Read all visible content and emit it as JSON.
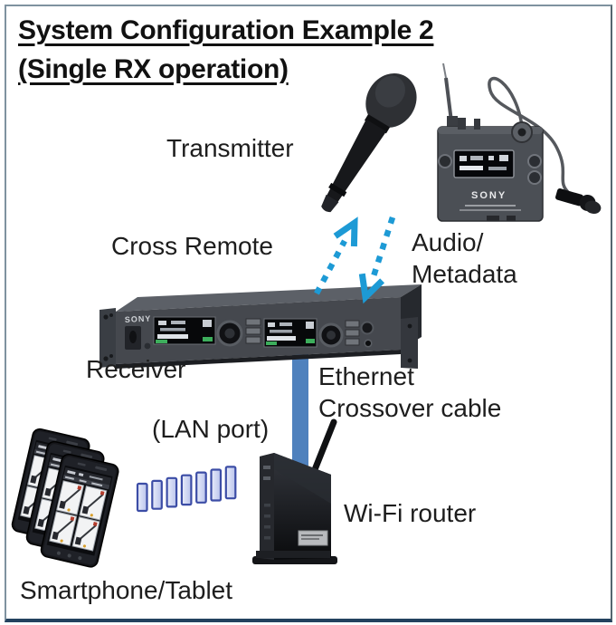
{
  "title": {
    "line1": "System Configuration Example 2",
    "line2": "(Single RX operation)"
  },
  "labels": {
    "transmitter": "Transmitter",
    "cross_remote": "Cross Remote",
    "audio_metadata_line1": "Audio/",
    "audio_metadata_line2": "Metadata",
    "receiver": "Receiver",
    "ethernet_line1": "Ethernet",
    "ethernet_line2": "Crossover cable",
    "lan_port": "(LAN port)",
    "wifi_router": "Wi-Fi router",
    "smartphone_tablet": "Smartphone/Tablet"
  },
  "devices": {
    "receiver_brand": "SONY",
    "bodypack_brand": "SONY"
  },
  "colors": {
    "arrow_blue": "#1d9ad5",
    "cable_blue": "#4f81bd",
    "signal_bar_fill": "#ccd4f1",
    "signal_bar_border": "#3c4da6",
    "frame_border": "#7f929f",
    "frame_bottom": "#24425f",
    "text": "#1d1d1d"
  }
}
